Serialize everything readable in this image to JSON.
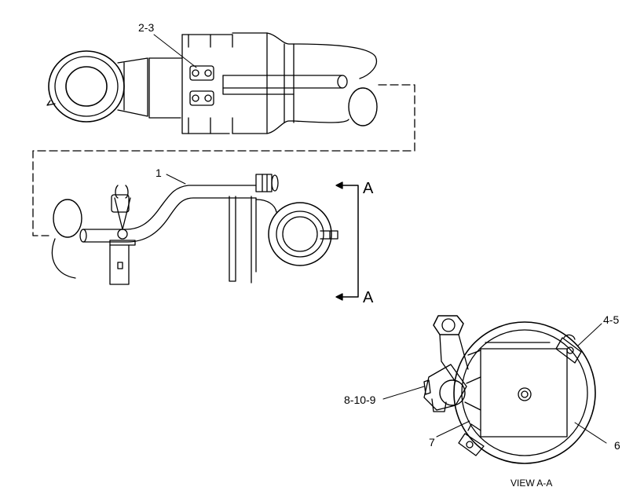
{
  "callouts": {
    "c1": "1",
    "c2_3": "2-3",
    "c4_5": "4-5",
    "c6": "6",
    "c7": "7",
    "c8_10_9": "8-10-9"
  },
  "section": {
    "top": "A",
    "bottom": "A"
  },
  "view_caption": "VIEW A-A",
  "colors": {
    "line": "#000000",
    "background": "#ffffff"
  }
}
